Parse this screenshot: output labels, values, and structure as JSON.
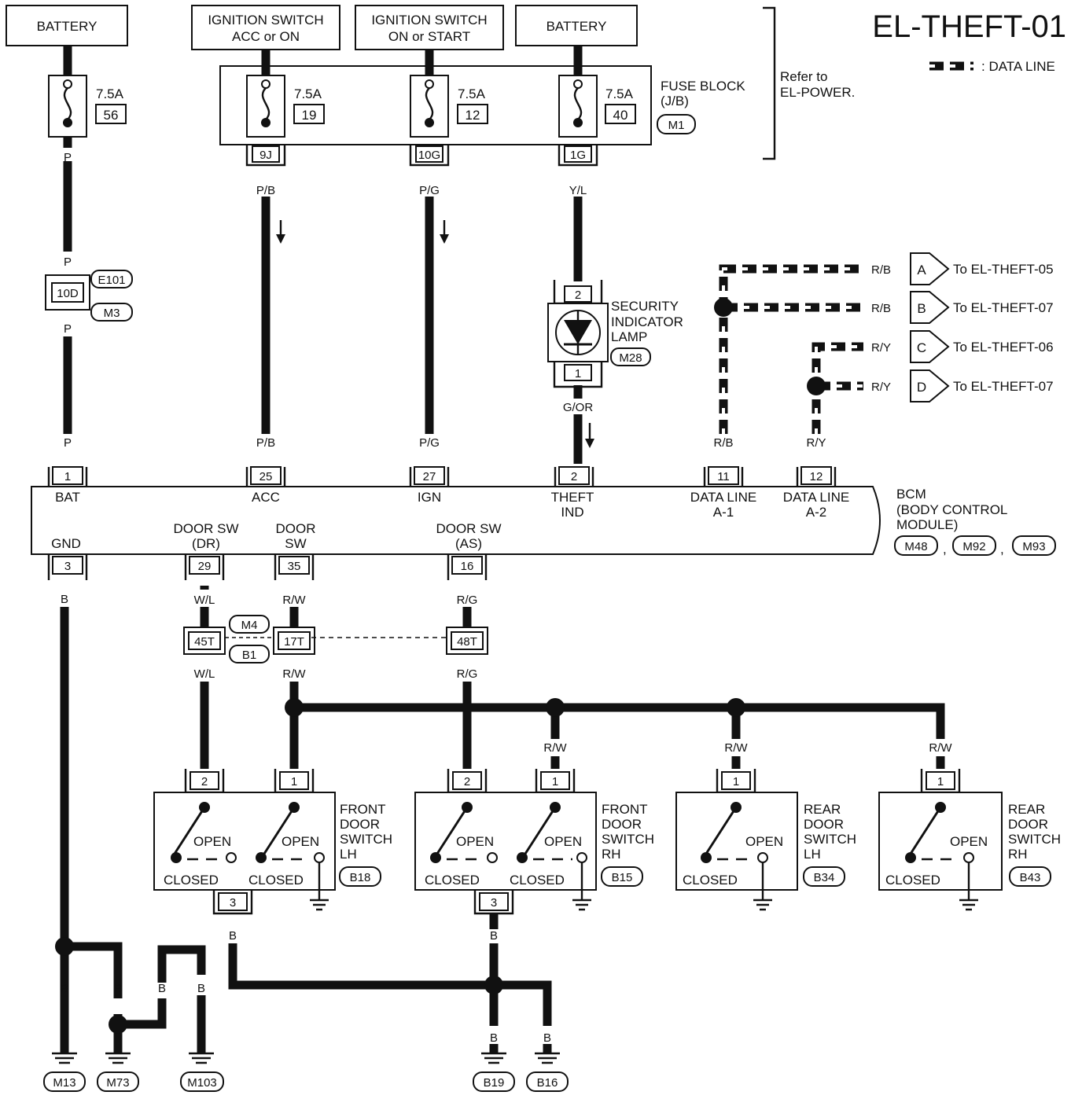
{
  "title": "EL-THEFT-01",
  "legend": {
    "data_line": ": DATA LINE"
  },
  "refer": {
    "line1": "Refer to",
    "line2": "EL-POWER."
  },
  "sources": {
    "battery1": "BATTERY",
    "ign_acc_l1": "IGNITION SWITCH",
    "ign_acc_l2": "ACC or ON",
    "ign_start_l1": "IGNITION SWITCH",
    "ign_start_l2": "ON or START",
    "battery2": "BATTERY"
  },
  "fuses": [
    {
      "amp": "7.5A",
      "num": "56"
    },
    {
      "amp": "7.5A",
      "num": "19"
    },
    {
      "amp": "7.5A",
      "num": "12"
    },
    {
      "amp": "7.5A",
      "num": "40"
    }
  ],
  "fuse_block": {
    "l1": "FUSE BLOCK",
    "l2": "(J/B)",
    "conn": "M1"
  },
  "fuse_terms": {
    "t1": "9J",
    "t2": "10G",
    "t3": "1G"
  },
  "wires": {
    "p": "P",
    "pb": "P/B",
    "pg": "P/G",
    "yl": "Y/L",
    "gor": "G/OR",
    "rb": "R/B",
    "ry": "R/Y",
    "b": "B",
    "wl": "W/L",
    "rw": "R/W",
    "rg": "R/G"
  },
  "inline_conn": {
    "term": "10D",
    "c1": "E101",
    "c2": "M3"
  },
  "lamp": {
    "l1": "SECURITY",
    "l2": "INDICATOR",
    "l3": "LAMP",
    "conn": "M28",
    "pin_top": "2",
    "pin_bot": "1"
  },
  "data_refs": [
    {
      "letter": "A",
      "to": "To EL-THEFT-05"
    },
    {
      "letter": "B",
      "to": "To EL-THEFT-07"
    },
    {
      "letter": "C",
      "to": "To EL-THEFT-06"
    },
    {
      "letter": "D",
      "to": "To EL-THEFT-07"
    }
  ],
  "bcm": {
    "name1": "BCM",
    "name2": "(BODY CONTROL",
    "name3": "MODULE)",
    "conns": [
      "M48",
      "M92",
      "M93"
    ],
    "sep": ",",
    "top_pins": [
      {
        "pin": "1",
        "l1": "BAT",
        "l2": ""
      },
      {
        "pin": "25",
        "l1": "ACC",
        "l2": ""
      },
      {
        "pin": "27",
        "l1": "IGN",
        "l2": ""
      },
      {
        "pin": "2",
        "l1": "THEFT",
        "l2": "IND"
      },
      {
        "pin": "11",
        "l1": "DATA LINE",
        "l2": "A-1"
      },
      {
        "pin": "12",
        "l1": "DATA LINE",
        "l2": "A-2"
      }
    ],
    "bot_pins": [
      {
        "pin": "3",
        "l1": "",
        "l2": "GND"
      },
      {
        "pin": "29",
        "l1": "DOOR SW",
        "l2": "(DR)"
      },
      {
        "pin": "35",
        "l1": "DOOR",
        "l2": "SW"
      },
      {
        "pin": "16",
        "l1": "DOOR SW",
        "l2": "(AS)"
      }
    ]
  },
  "harness": {
    "t1": "45T",
    "t2": "17T",
    "t3": "48T",
    "c1": "M4",
    "c2": "B1"
  },
  "switches": [
    {
      "l1": "FRONT",
      "l2": "DOOR",
      "l3": "SWITCH",
      "l4": "LH",
      "conn": "B18"
    },
    {
      "l1": "FRONT",
      "l2": "DOOR",
      "l3": "SWITCH",
      "l4": "RH",
      "conn": "B15"
    },
    {
      "l1": "REAR",
      "l2": "DOOR",
      "l3": "SWITCH",
      "l4": "LH",
      "conn": "B34"
    },
    {
      "l1": "REAR",
      "l2": "DOOR",
      "l3": "SWITCH",
      "l4": "RH",
      "conn": "B43"
    }
  ],
  "switch_text": {
    "open": "OPEN",
    "closed": "CLOSED",
    "p1": "1",
    "p2": "2",
    "p3": "3"
  },
  "grounds": [
    "M13",
    "M73",
    "M103",
    "B19",
    "B16"
  ]
}
